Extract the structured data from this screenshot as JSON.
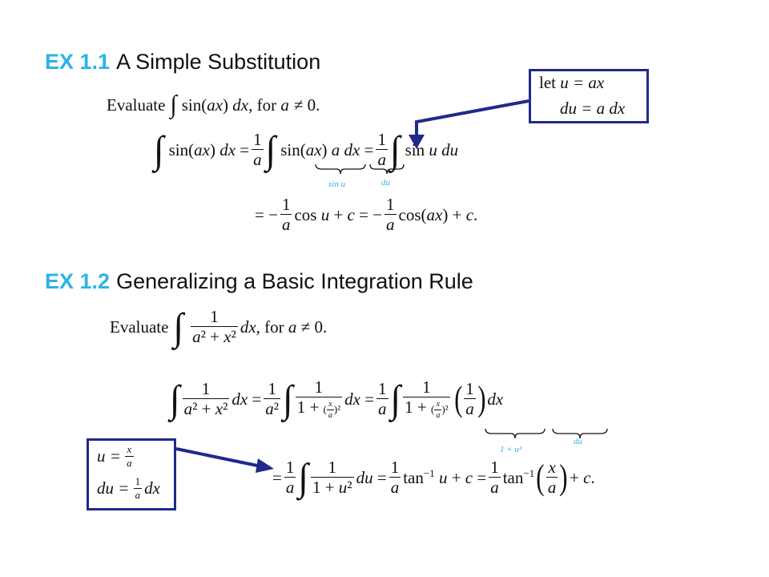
{
  "ex1": {
    "number": "EX 1.1",
    "title": "A Simple Substitution",
    "evaluate_word": "Evaluate",
    "condition": ", for ",
    "cond_a": "a",
    "cond_rest": "≠ 0.",
    "brace1_label": "sin u",
    "brace2_label": "du",
    "box_line1_prefix": "let ",
    "box_line1": "u = ax",
    "box_line2": "du = a dx"
  },
  "ex2": {
    "number": "EX 1.2",
    "title": "Generalizing a Basic Integration Rule",
    "evaluate_word": "Evaluate",
    "brace1_label": "1 + u²",
    "brace2_label": "du",
    "box_line1": "u = ",
    "box_line2": "du = "
  },
  "colors": {
    "accent": "#2ab4e8",
    "box_border": "#1f2a8a",
    "arrow": "#1f2a8a"
  }
}
